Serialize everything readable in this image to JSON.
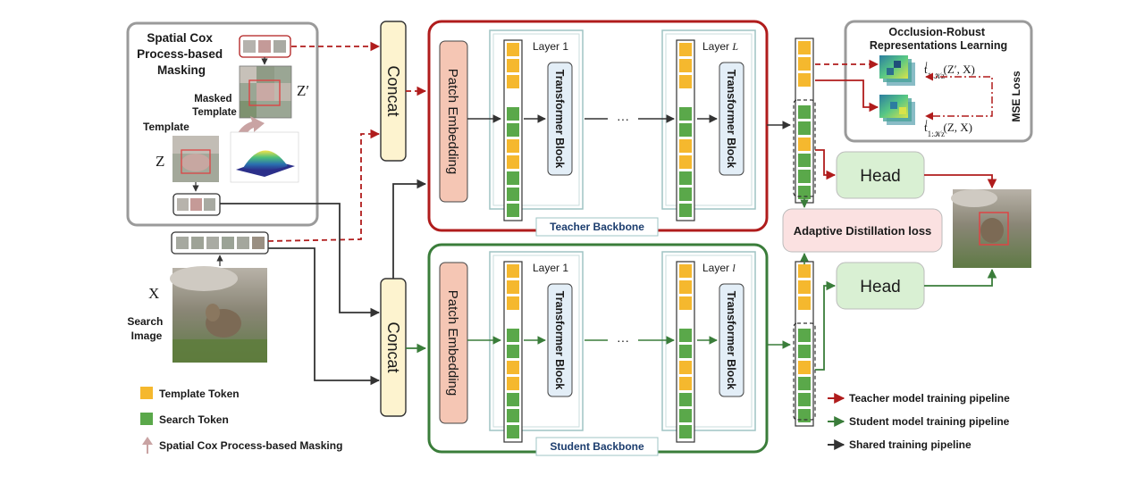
{
  "masking_box": {
    "title_lines": [
      "Spatial Cox",
      "Process-based",
      "Masking"
    ],
    "masked_template_lines": [
      "Masked",
      "Template"
    ],
    "template_label": "Template",
    "z_label": "Z",
    "zprime_label": "Z′"
  },
  "search": {
    "x_label": "X",
    "label_lines": [
      "Search",
      "Image"
    ]
  },
  "concat_label": "Concat",
  "teacher": {
    "patch_embedding": "Patch Embedding",
    "layer1": "Layer 1",
    "layerL_prefix": "Layer ",
    "layerL_var": "L",
    "transformer_block": "Transformer Block",
    "ellipsis": "···",
    "backbone_label": "Teacher Backbone"
  },
  "student": {
    "patch_embedding": "Patch Embedding",
    "layer1": "Layer 1",
    "layerL_prefix": "Layer ",
    "layerL_var": "l",
    "transformer_block": "Transformer Block",
    "ellipsis": "···",
    "backbone_label": "Student Backbone"
  },
  "orl": {
    "title_lines": [
      "Occlusion-Robust",
      "Representations Learning"
    ],
    "eq1": "t",
    "eq1_args": "(Z′, X)",
    "eq2_args": "(Z, X)",
    "sup": "l",
    "sub": "1:𝒦z",
    "mse": "MSE Loss"
  },
  "head_label": "Head",
  "adaptive_loss": "Adaptive Distillation loss",
  "legend_left": [
    {
      "label": "Template Token",
      "color": "#f5b82e"
    },
    {
      "label": "Search Token",
      "color": "#5aa84a"
    },
    {
      "label": "Spatial Cox Process-based Masking",
      "color": "#c9a3a3"
    }
  ],
  "legend_right": [
    {
      "label": "Teacher model training pipeline",
      "color": "#b01c1c"
    },
    {
      "label": "Student model training pipeline",
      "color": "#3a7d3a"
    },
    {
      "label": "Shared training pipeline",
      "color": "#333333"
    }
  ],
  "colors": {
    "teacher": "#b01c1c",
    "student": "#3a7d3a",
    "shared": "#333333",
    "template_token": "#f5b82e",
    "search_token": "#5aa84a",
    "concat_fill": "#fdf3cf",
    "patch_fill": "#f5c6b4",
    "head_fill": "#d9f0d3",
    "loss_fill": "#fbe1e1",
    "tb_fill": "#e3eef7"
  }
}
